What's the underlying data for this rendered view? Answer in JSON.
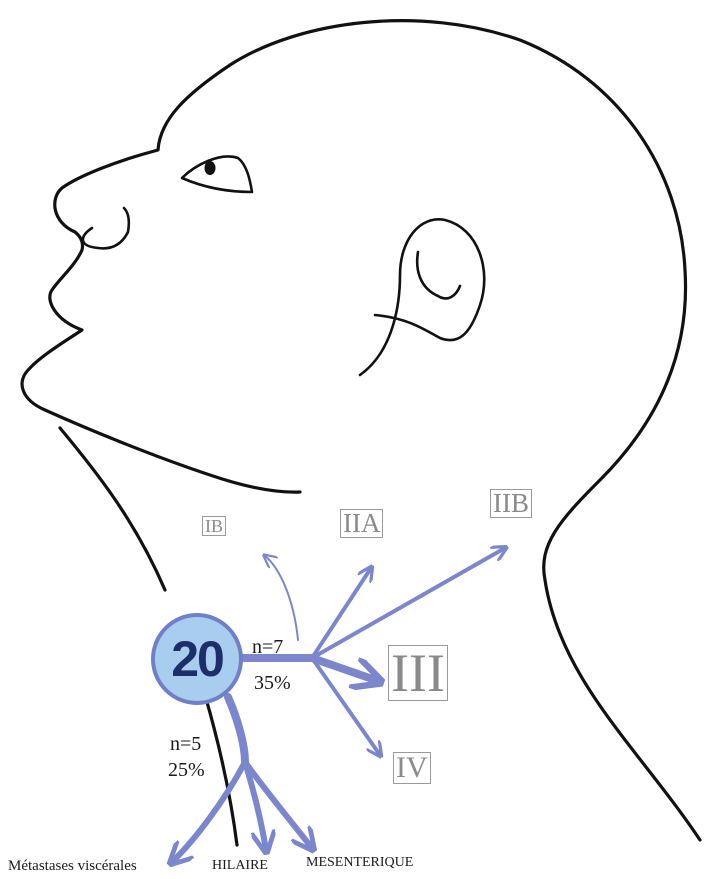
{
  "colors": {
    "arrow": "#7b86cc",
    "node_fill": "#a8cdee",
    "node_border": "#6f7fc8",
    "node_text": "#1d2f6b",
    "level_text": "#8a8a8a",
    "outline": "#111111"
  },
  "node": {
    "count": "20"
  },
  "neck_branch": {
    "n": "n=7",
    "percent": "35%"
  },
  "distant_branch": {
    "n": "n=5",
    "percent": "25%"
  },
  "levels": {
    "ib": "IB",
    "iia": "IIA",
    "iib": "IIB",
    "iii": "III",
    "iv": "IV"
  },
  "destinations": {
    "visceral": "Métastases viscérales",
    "hilar": "HILAIRE",
    "mesenteric": "MESENTERIQUE"
  }
}
